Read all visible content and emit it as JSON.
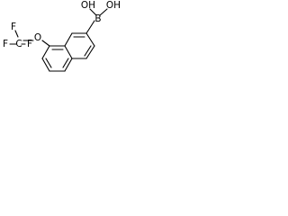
{
  "molecule": {
    "atoms": {
      "f1": "F",
      "f2": "F",
      "f3": "F",
      "c_cf3": "C",
      "o": "O",
      "b": "B",
      "oh1": "OH",
      "oh2": "OH"
    },
    "colors": {
      "ink": "#000000",
      "background": "#ffffff"
    }
  }
}
